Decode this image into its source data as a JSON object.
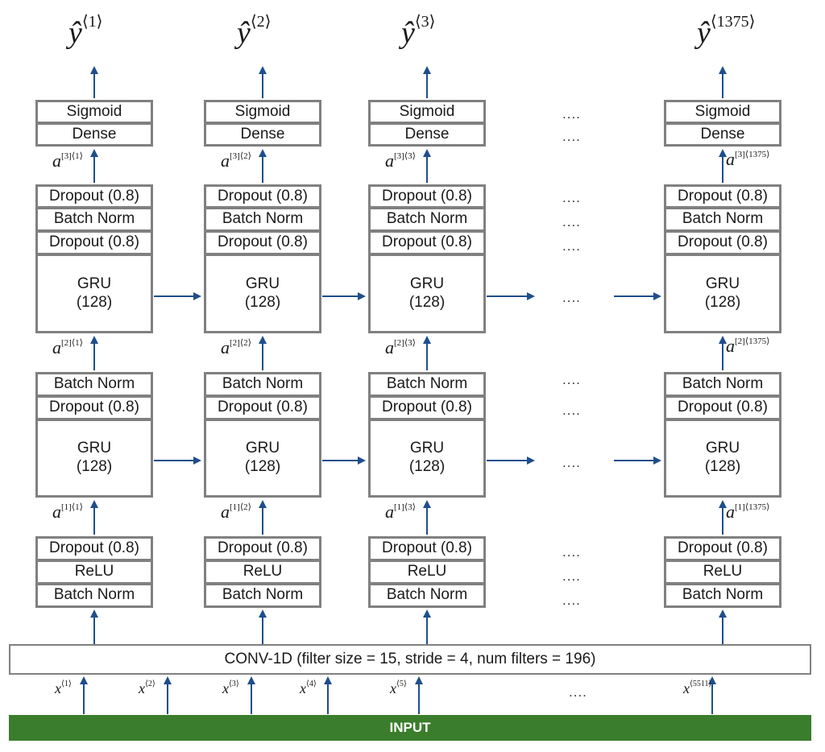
{
  "steps": [
    {
      "y_sup": "⟨1⟩",
      "a3_sup": "[3]⟨1⟩",
      "a2_sup": "[2]⟨1⟩",
      "a1_sup": "[1]⟨1⟩"
    },
    {
      "y_sup": "⟨2⟩",
      "a3_sup": "[3]⟨2⟩",
      "a2_sup": "[2]⟨2⟩",
      "a1_sup": "[1]⟨2⟩"
    },
    {
      "y_sup": "⟨3⟩",
      "a3_sup": "[3]⟨3⟩",
      "a2_sup": "[2]⟨3⟩",
      "a1_sup": "[1]⟨3⟩"
    },
    {
      "y_sup": "⟨1375⟩",
      "a3_sup": "[3]⟨1375⟩",
      "a2_sup": "[2]⟨1375⟩",
      "a1_sup": "[1]⟨1375⟩"
    }
  ],
  "labels": {
    "sigmoid": "Sigmoid",
    "dense": "Dense",
    "dropout": "Dropout (0.8)",
    "batch_norm": "Batch Norm",
    "relu": "ReLU",
    "gru": "GRU",
    "gru_units": "(128)",
    "dots": "....",
    "y_hat": "ŷ",
    "a": "a",
    "x": "x"
  },
  "conv": {
    "label": "CONV-1D (filter size = 15, stride = 4, num filters = 196)"
  },
  "input": {
    "label": "INPUT"
  },
  "inputs": [
    {
      "sup": "⟨1⟩"
    },
    {
      "sup": "⟨2⟩"
    },
    {
      "sup": "⟨3⟩"
    },
    {
      "sup": "⟨4⟩"
    },
    {
      "sup": "⟨5⟩"
    },
    {
      "sup": "⟨5511⟩"
    }
  ],
  "colors": {
    "arrow": "#1f4e8c",
    "border": "#808080",
    "input_fill": "#3a7d2c",
    "input_text": "#ffffff"
  }
}
